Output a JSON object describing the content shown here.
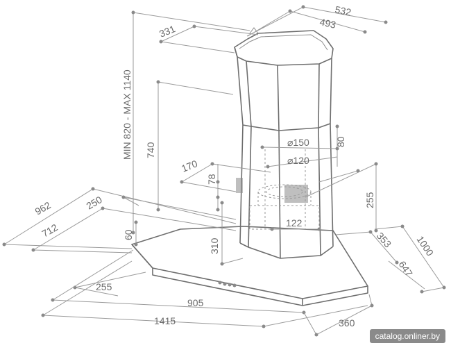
{
  "dimensions": {
    "top_width": "532",
    "top_inner_width": "493",
    "top_depth": "331",
    "height_range": "MIN 820 - MAX 1140",
    "chimney_upper": "740",
    "vent_offset": "80",
    "outlet_large": "⌀150",
    "outlet_small": "⌀120",
    "side_170": "170",
    "side_78": "78",
    "side_255_right": "255",
    "left_962": "962",
    "left_250": "250",
    "left_712": "712",
    "left_60": "60",
    "bottom_122": "122",
    "bottom_310": "310",
    "right_353": "353",
    "right_1000": "1000",
    "right_647": "647",
    "front_255": "255",
    "front_905": "905",
    "front_1415": "1415",
    "front_360": "360"
  },
  "watermark": "catalog.onliner.by",
  "colors": {
    "line": "#6e6e6e",
    "dim": "#9a9a9a",
    "text": "#6a6a6a"
  }
}
